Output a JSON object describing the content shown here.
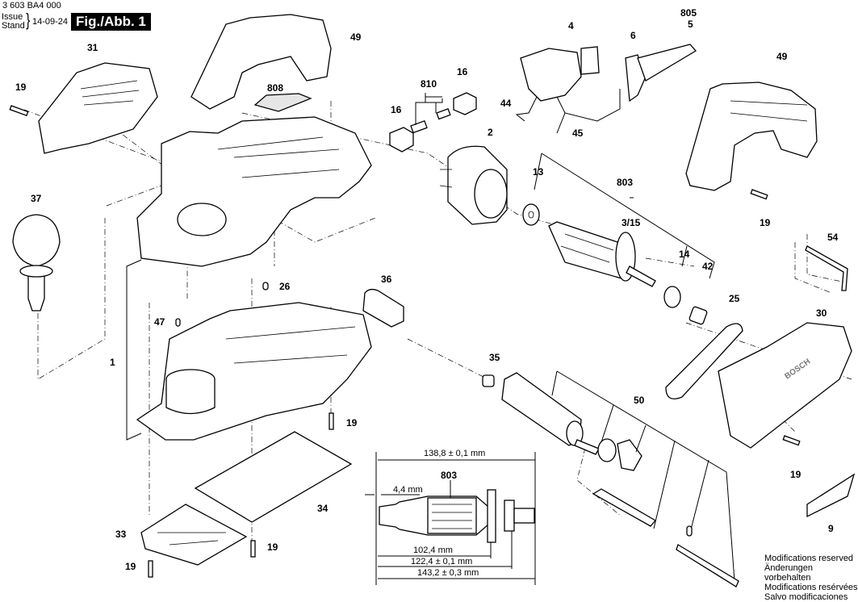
{
  "header": {
    "document_number": "3 603 BA4 000",
    "issue_label": "Issue\nStand",
    "issue_date": "14-09-24",
    "figure_label": "Fig./Abb. 1"
  },
  "part_labels": [
    {
      "id": "p1",
      "text": "1"
    },
    {
      "id": "p2",
      "text": "2"
    },
    {
      "id": "p3_15",
      "text": "3/15"
    },
    {
      "id": "p4",
      "text": "4"
    },
    {
      "id": "p5",
      "text": "5"
    },
    {
      "id": "p805",
      "text": "805"
    },
    {
      "id": "p6",
      "text": "6"
    },
    {
      "id": "p9",
      "text": "9"
    },
    {
      "id": "p13",
      "text": "13"
    },
    {
      "id": "p14",
      "text": "14"
    },
    {
      "id": "p16a",
      "text": "16"
    },
    {
      "id": "p16b",
      "text": "16"
    },
    {
      "id": "p19a",
      "text": "19"
    },
    {
      "id": "p19b",
      "text": "19"
    },
    {
      "id": "p19c",
      "text": "19"
    },
    {
      "id": "p19d",
      "text": "19"
    },
    {
      "id": "p19e",
      "text": "19"
    },
    {
      "id": "p19f",
      "text": "19"
    },
    {
      "id": "p25",
      "text": "25"
    },
    {
      "id": "p26",
      "text": "26"
    },
    {
      "id": "p30",
      "text": "30"
    },
    {
      "id": "p31",
      "text": "31"
    },
    {
      "id": "p33",
      "text": "33"
    },
    {
      "id": "p34",
      "text": "34"
    },
    {
      "id": "p35",
      "text": "35"
    },
    {
      "id": "p36",
      "text": "36"
    },
    {
      "id": "p37",
      "text": "37"
    },
    {
      "id": "p42",
      "text": "42"
    },
    {
      "id": "p44",
      "text": "44"
    },
    {
      "id": "p45",
      "text": "45"
    },
    {
      "id": "p47",
      "text": "47"
    },
    {
      "id": "p49a",
      "text": "49"
    },
    {
      "id": "p49b",
      "text": "49"
    },
    {
      "id": "p50",
      "text": "50"
    },
    {
      "id": "p54",
      "text": "54"
    },
    {
      "id": "p803a",
      "text": "803"
    },
    {
      "id": "p803b",
      "text": "803"
    },
    {
      "id": "p808",
      "text": "808"
    },
    {
      "id": "p810",
      "text": "810"
    }
  ],
  "armature_dimensions": {
    "overall_top": "138,8 ± 0,1 mm",
    "offset": "4,4 mm",
    "length_a": "102,4 mm",
    "length_b": "122,4 ± 0,1 mm",
    "length_c": "143,2 ± 0,3 mm"
  },
  "cover_logo": "BOSCH",
  "footer": {
    "lines": [
      "Modifications reserved",
      "Änderungen vorbehalten",
      "Modifications resérvées",
      "Salvo modificaciones"
    ]
  }
}
